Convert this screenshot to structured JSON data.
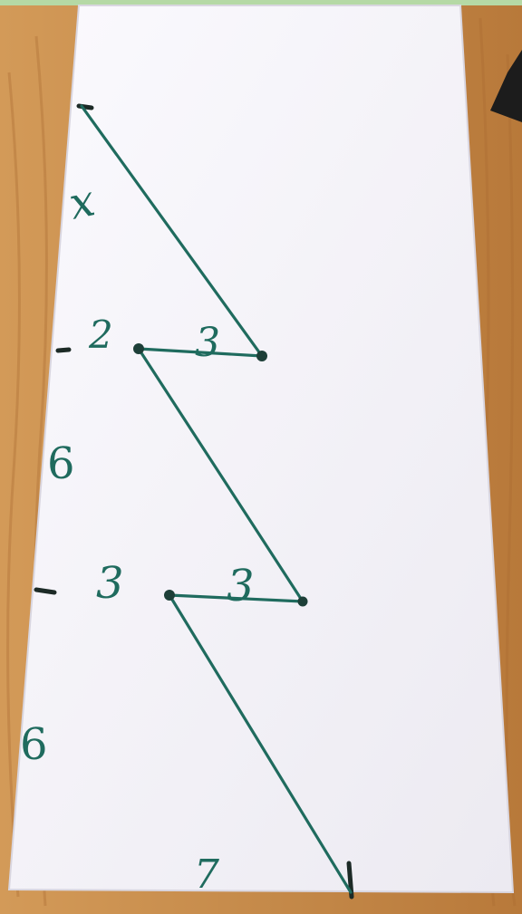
{
  "photo": {
    "subject": "zigzag-line-drawing-on-paper",
    "colors": {
      "top_strip": "#b5d9a5",
      "wood": "#c58a4a",
      "wood_dark": "#a86a32",
      "paper": "#f7f6fb",
      "ink": "#1f6b5e",
      "black_object": "#1c1c1c"
    }
  },
  "labels": {
    "left_top": "x",
    "left_upper": "2",
    "segment_upper": "3",
    "left_gap_one": "6",
    "left_middle": "3",
    "segment_middle": "3",
    "left_gap_two": "6",
    "bottom": "7"
  }
}
